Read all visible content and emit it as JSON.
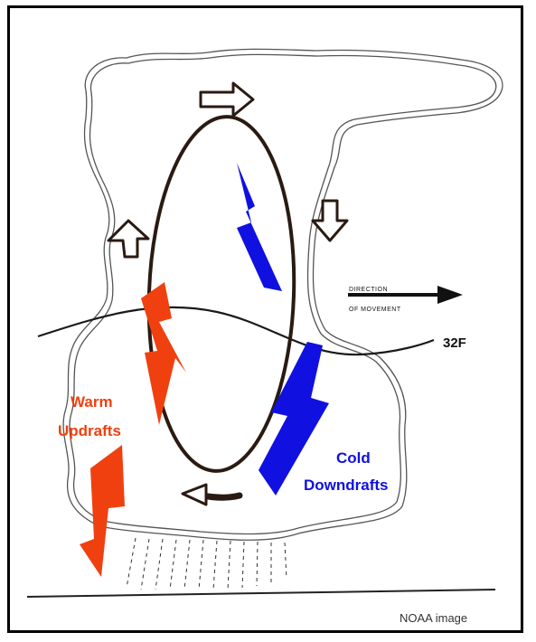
{
  "labels": {
    "warm_line1": "Warm",
    "warm_line2": "Updrafts",
    "cold_line1": "Cold",
    "cold_line2": "Downdrafts",
    "direction_line1": "DIRECTION",
    "direction_line2": "OF MOVEMENT",
    "freezing_line": "32F",
    "credit": "NOAA image"
  },
  "colors": {
    "warm": "#f04010",
    "cold": "#1010e0",
    "ink": "#1a1a1a",
    "cloud_outline": "#555555",
    "circulation": "#2a1a12"
  },
  "icons": {
    "circulation_arrows": "hollow-arrow-icon",
    "direction_arrow": "right-arrow-icon"
  }
}
